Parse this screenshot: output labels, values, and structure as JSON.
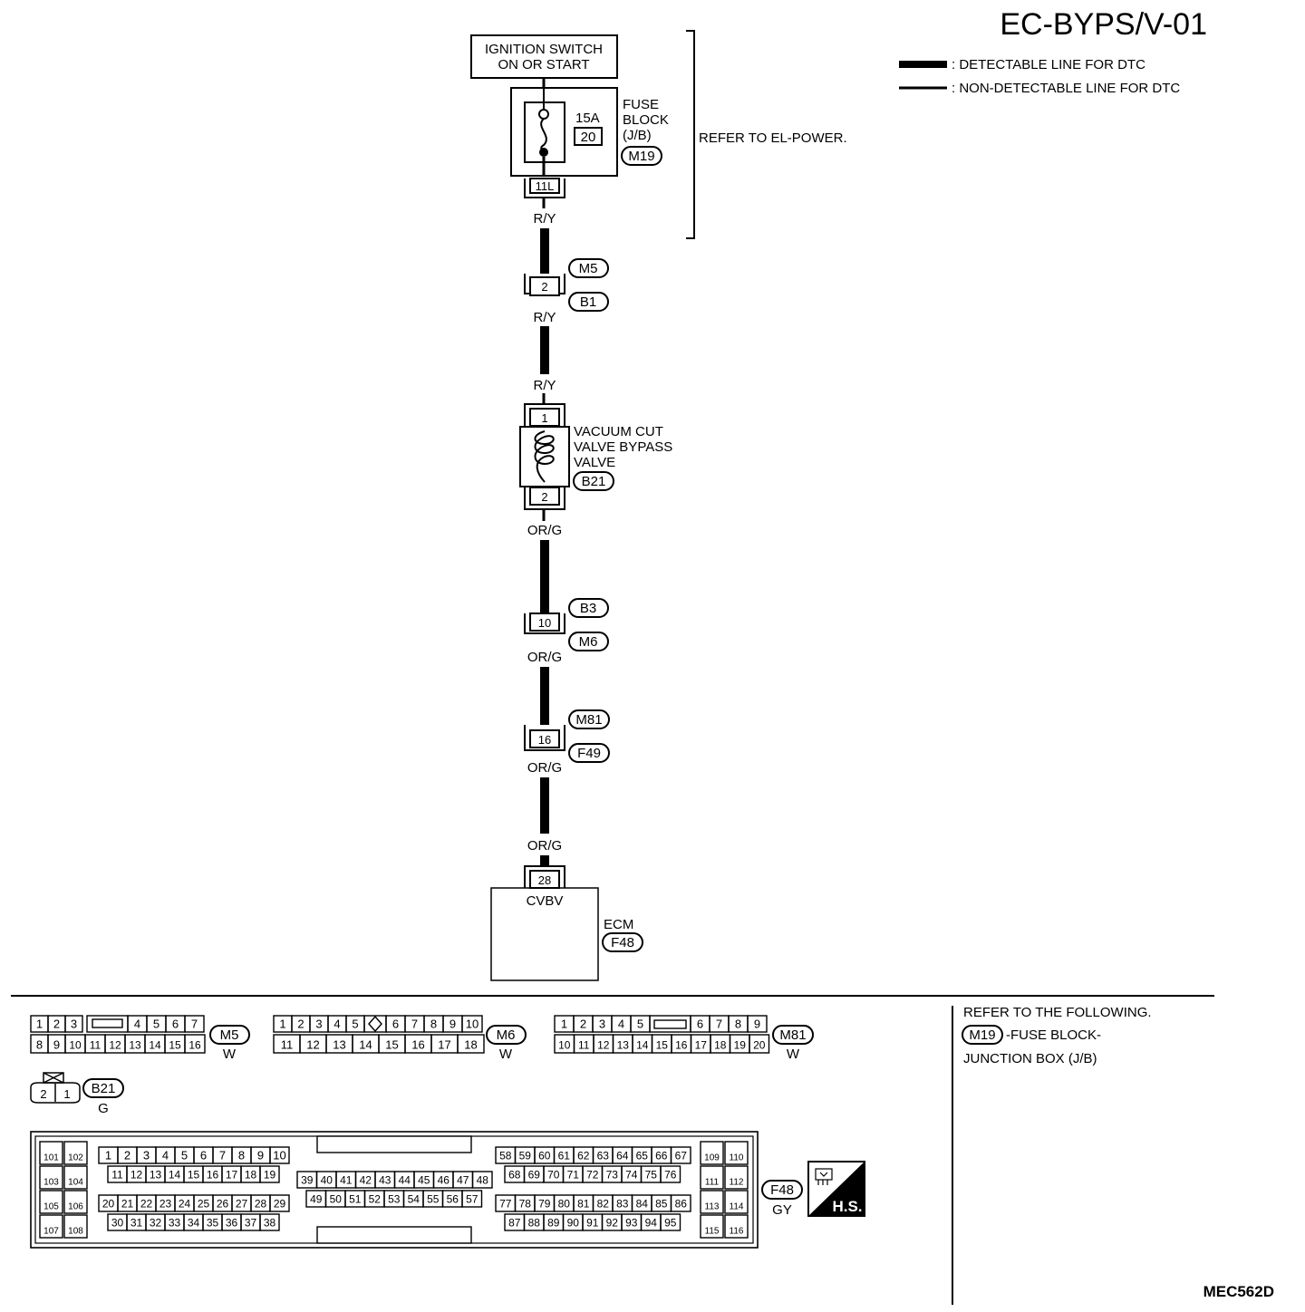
{
  "header": {
    "code": "EC-BYPS/V-01",
    "legend": [
      {
        "label": ": DETECTABLE LINE FOR DTC",
        "style": "thick"
      },
      {
        "label": ": NON-DETECTABLE LINE FOR DTC",
        "style": "thin"
      }
    ]
  },
  "power": {
    "ignition_line1": "IGNITION SWITCH",
    "ignition_line2": "ON OR START",
    "fuse_rating": "15A",
    "fuse_number": "20",
    "fuse_block_l1": "FUSE",
    "fuse_block_l2": "BLOCK",
    "fuse_block_l3": "(J/B)",
    "fuse_block_conn": "M19",
    "fuse_terminal": "11L",
    "refer_text": "REFER TO EL-POWER."
  },
  "wires": {
    "r_y": "R/Y",
    "or_g": "OR/G"
  },
  "joints": {
    "m5b1": {
      "pin": "2",
      "upper": "M5",
      "lower": "B1"
    },
    "b3m6": {
      "pin": "10",
      "upper": "B3",
      "lower": "M6"
    },
    "m81f49": {
      "pin": "16",
      "upper": "M81",
      "lower": "F49"
    }
  },
  "valve": {
    "line1": "VACUUM CUT",
    "line2": "VALVE BYPASS",
    "line3": "VALVE",
    "conn": "B21",
    "pin_top": "1",
    "pin_bottom": "2"
  },
  "ecm": {
    "pin": "28",
    "signal": "CVBV",
    "label": "ECM",
    "conn": "F48"
  },
  "connectors": {
    "m5": {
      "id": "M5",
      "color": "W"
    },
    "m6": {
      "id": "M6",
      "color": "W"
    },
    "m81": {
      "id": "M81",
      "color": "W"
    },
    "b21": {
      "id": "B21",
      "color": "G"
    },
    "f48": {
      "id": "F48",
      "color": "GY"
    }
  },
  "refer_box": {
    "line1": "REFER TO THE FOLLOWING.",
    "conn": "M19",
    "line2": "-FUSE BLOCK-",
    "line3": "JUNCTION BOX (J/B)"
  },
  "hs_badge": "H.S.",
  "figure_id": "MEC562D"
}
